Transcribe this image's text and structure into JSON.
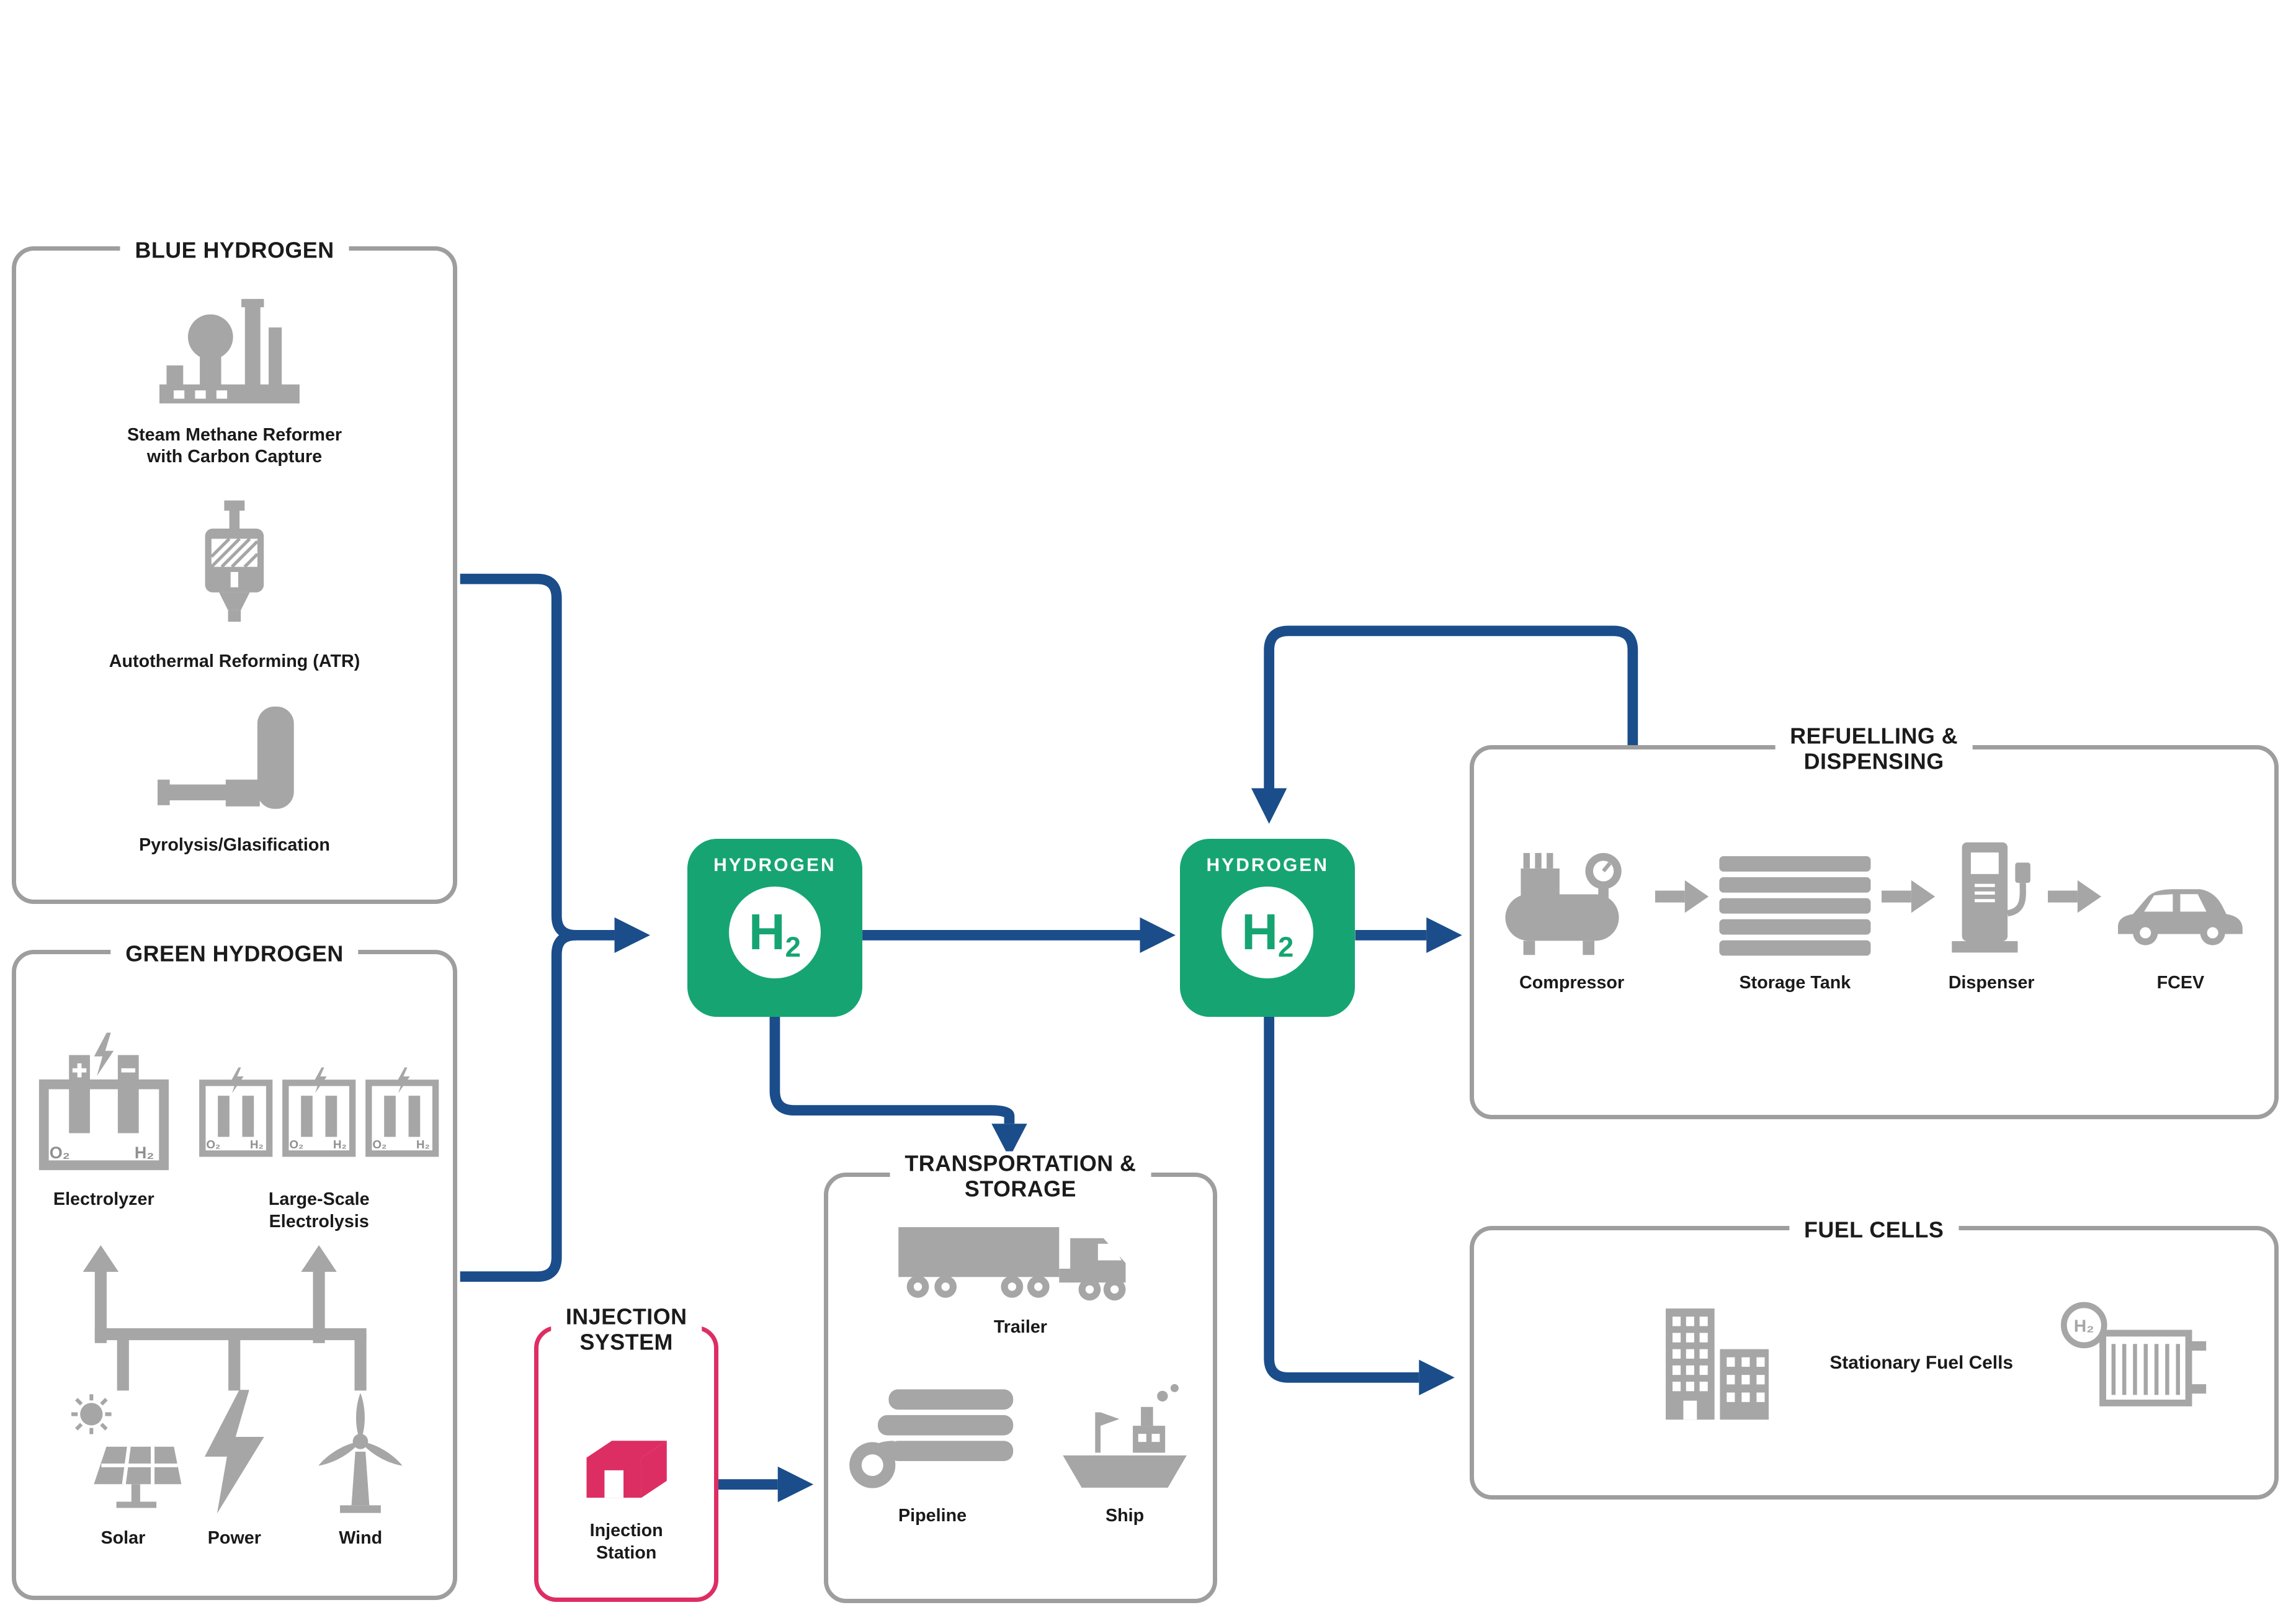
{
  "colors": {
    "arrow_blue": "#1a4d8a",
    "hydrogen_green": "#16a572",
    "injection_pink": "#dd2e64",
    "icon_gray": "#a6a6a6",
    "box_border_gray": "#9e9e9e"
  },
  "blue_hydrogen": {
    "title": "BLUE HYDROGEN",
    "items": [
      {
        "icon": "steam-methane-reformer-icon",
        "label": "Steam Methane Reformer\nwith Carbon Capture"
      },
      {
        "icon": "autothermal-reforming-icon",
        "label": "Autothermal Reforming (ATR)"
      },
      {
        "icon": "pyrolysis-icon",
        "label": "Pyrolysis/Glasification"
      }
    ]
  },
  "green_hydrogen": {
    "title": "GREEN HYDROGEN",
    "electrolyzer_label": "Electrolyzer",
    "large_scale_label": "Large-Scale\nElectrolysis",
    "o2_label": "O₂",
    "h2_label": "H₂",
    "sources": [
      {
        "icon": "solar-icon",
        "label": "Solar"
      },
      {
        "icon": "power-icon",
        "label": "Power"
      },
      {
        "icon": "wind-icon",
        "label": "Wind"
      }
    ]
  },
  "injection_system": {
    "title": "INJECTION\nSYSTEM",
    "station_label": "Injection\nStation"
  },
  "hydrogen_node": {
    "label": "HYDROGEN",
    "symbol": "H",
    "subscript": "2"
  },
  "transportation": {
    "title": "TRANSPORTATION &\nSTORAGE",
    "trailer_label": "Trailer",
    "pipeline_label": "Pipeline",
    "ship_label": "Ship"
  },
  "refuelling": {
    "title": "REFUELLING &\nDISPENSING",
    "items": [
      {
        "icon": "compressor-icon",
        "label": "Compressor"
      },
      {
        "icon": "storage-tank-icon",
        "label": "Storage Tank"
      },
      {
        "icon": "dispenser-icon",
        "label": "Dispenser"
      },
      {
        "icon": "fcev-icon",
        "label": "FCEV"
      }
    ]
  },
  "fuel_cells": {
    "title": "FUEL CELLS",
    "label": "Stationary Fuel Cells",
    "badge": "H₂"
  }
}
